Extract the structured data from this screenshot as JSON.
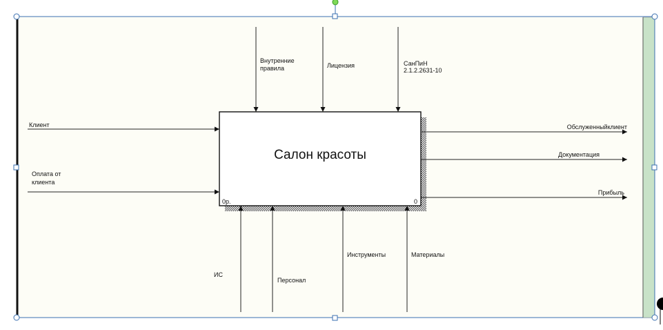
{
  "diagram": {
    "box": {
      "title": "Салон красоты",
      "cost": "0р.",
      "number": "0"
    },
    "inputs": [
      {
        "id": "client",
        "label": "Клиент"
      },
      {
        "id": "payment",
        "label": "Оплата от\nклиента"
      }
    ],
    "controls": [
      {
        "id": "rules",
        "label": "Внутренние\nправила"
      },
      {
        "id": "license",
        "label": "Лицензия"
      },
      {
        "id": "sanpin",
        "label": "СанПиН\n2.1.2.2631-10"
      }
    ],
    "outputs": [
      {
        "id": "served",
        "label": "Обслуженныйклиент"
      },
      {
        "id": "docs",
        "label": "Документация"
      },
      {
        "id": "profit",
        "label": "Прибыль"
      }
    ],
    "mechanisms": [
      {
        "id": "is",
        "label": "ИС"
      },
      {
        "id": "staff",
        "label": "Персонал"
      },
      {
        "id": "tools",
        "label": "Инструменты"
      },
      {
        "id": "materials",
        "label": "Материалы"
      }
    ]
  },
  "colors": {
    "frame_background": "#fdfdf6",
    "frame_border": "#3a6fb0",
    "rotation_handle": "#7ed957",
    "side_panel": "#c8e2c8"
  }
}
